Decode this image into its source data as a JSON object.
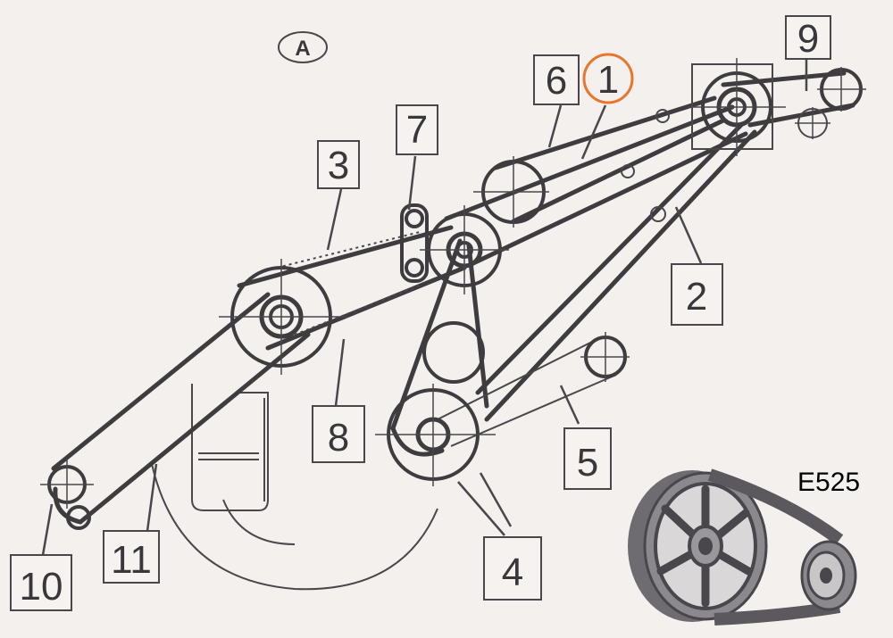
{
  "figure": {
    "view_label": "A",
    "code": "E525",
    "highlight_color": "#e8762c",
    "line_color": "#3f3c40",
    "paper_color": "#f3f0ee"
  },
  "labels": {
    "l1": "1",
    "l2": "2",
    "l3": "3",
    "l4": "4",
    "l5": "5",
    "l6": "6",
    "l7": "7",
    "l8": "8",
    "l9": "9",
    "l10": "10",
    "l11": "11"
  },
  "highlighted_label": "1"
}
